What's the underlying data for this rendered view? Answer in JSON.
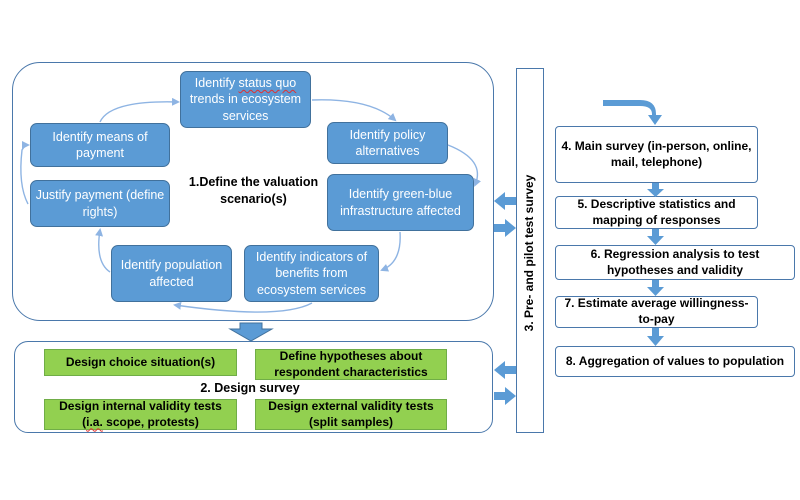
{
  "colors": {
    "blue_box": "#5b9bd5",
    "green_box": "#92d050",
    "frame": "#4a78ab",
    "arrow": "#5b9bd5"
  },
  "step1": {
    "label": [
      "1.Define the valuation",
      "scenario(s)"
    ],
    "boxes": {
      "status_quo": [
        "Identify ",
        "status quo",
        " trends in ecosystem services"
      ],
      "policy": "Identify policy alternatives",
      "green_blue": "Identify green-blue infrastructure affected",
      "indicators": "Identify indicators of benefits from ecosystem services",
      "population": "Identify population affected",
      "justify": "Justify payment (define rights)",
      "means": "Identify means of payment"
    }
  },
  "step2": {
    "label": "2. Design survey",
    "boxes": {
      "choice": "Design choice situation(s)",
      "hypotheses": "Define hypotheses about respondent characteristics",
      "internal": [
        "Design internal validity tests (",
        "i.a.",
        " scope, protests)"
      ],
      "external": "Design external validity tests (split samples)"
    }
  },
  "step3": {
    "label": "3. Pre- and pilot test survey"
  },
  "steps_right": [
    {
      "text": "4. Main survey (in-person, online, mail, telephone)"
    },
    {
      "text": "5. Descriptive statistics and mapping of responses"
    },
    {
      "text": "6. Regression analysis to test hypotheses and validity"
    },
    {
      "text": "7. Estimate average willingness-to-pay"
    },
    {
      "text": "8. Aggregation of values to population"
    }
  ]
}
